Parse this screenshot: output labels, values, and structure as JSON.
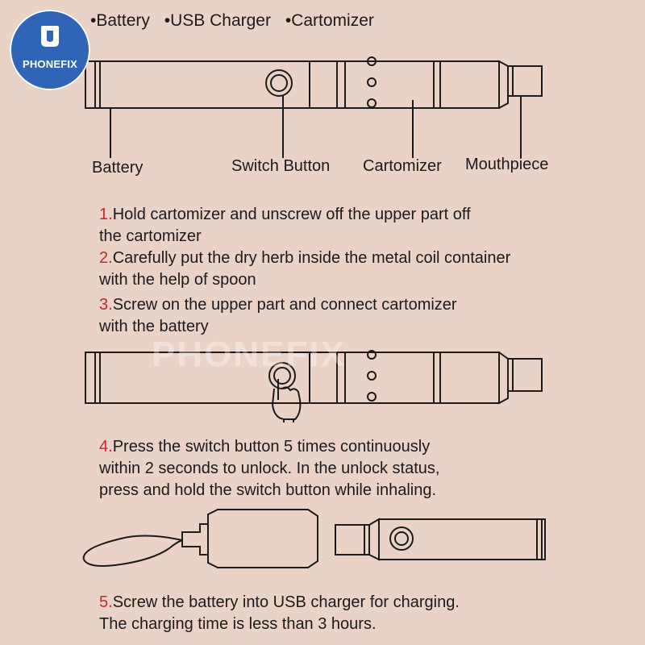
{
  "legend": {
    "items": [
      "Battery",
      "USB Charger",
      "Cartomizer"
    ]
  },
  "badge": {
    "brand": "PHONEFIX"
  },
  "diagram": {
    "labels": {
      "battery": "Battery",
      "switch_button": "Switch Button",
      "cartomizer": "Cartomizer",
      "mouthpiece": "Mouthpiece"
    }
  },
  "steps": [
    {
      "num": "1.",
      "lines": [
        "Hold cartomizer and unscrew off the upper part off",
        "the cartomizer"
      ]
    },
    {
      "num": "2.",
      "lines": [
        "Carefully put the dry herb inside the metal coil container",
        "with the help of spoon"
      ]
    },
    {
      "num": "3.",
      "lines": [
        "Screw on the upper part and connect cartomizer",
        "with the battery"
      ]
    },
    {
      "num": "4.",
      "lines": [
        "Press the switch button 5 times continuously",
        "within 2 seconds to unlock. In the unlock status,",
        "press and hold the switch button while inhaling."
      ]
    },
    {
      "num": "5.",
      "lines": [
        "Screw the battery into USB charger for charging.",
        "The charging time is less than 3 hours."
      ]
    }
  ],
  "watermark": "PHONEFIX",
  "colors": {
    "step_number": "#c8262b",
    "badge": "#2f64b6",
    "background": "#e8d3c6",
    "ink": "#1b1b1b"
  }
}
